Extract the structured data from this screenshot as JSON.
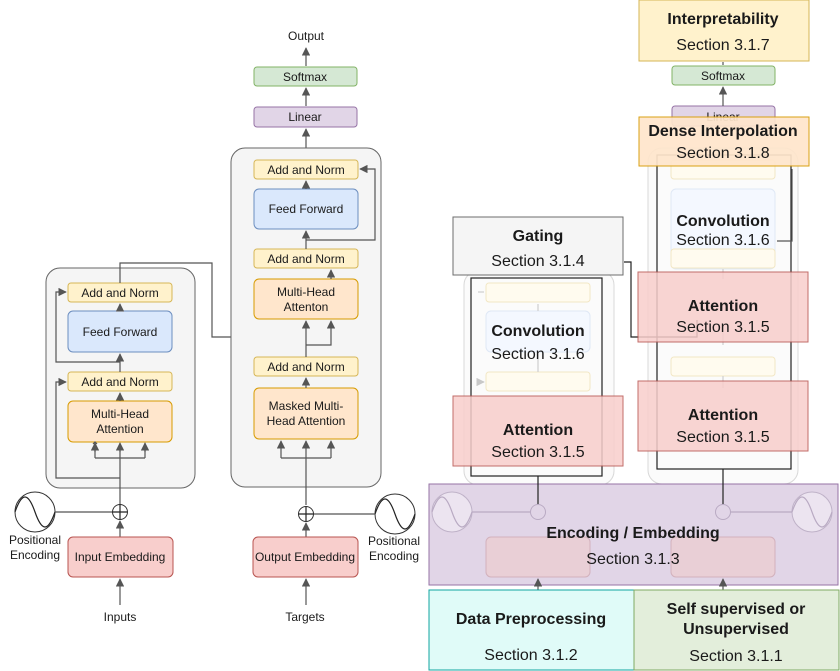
{
  "left": {
    "output": "Output",
    "softmax": "Softmax",
    "linear": "Linear",
    "encoder": {
      "add_norm_top": "Add and Norm",
      "feed_forward": "Feed Forward",
      "add_norm_bottom": "Add and Norm",
      "multi_head_line1": "Multi-Head",
      "multi_head_line2": "Attention"
    },
    "decoder": {
      "add_norm_top": "Add and Norm",
      "feed_forward": "Feed Forward",
      "add_norm_mid": "Add and Norm",
      "multi_head_line1": "Multi-Head",
      "multi_head_line2": "Attenton",
      "add_norm_bottom": "Add and Norm",
      "masked_line1": "Masked Multi-",
      "masked_line2": "Head Attention"
    },
    "pos_enc_left_line1": "Positional",
    "pos_enc_left_line2": "Encoding",
    "pos_enc_right_line1": "Positional",
    "pos_enc_right_line2": "Encoding",
    "input_embedding": "Input Embedding",
    "output_embedding": "Output Embedding",
    "inputs": "Inputs",
    "targets": "Targets"
  },
  "right": {
    "interpretability_title": "Interpretability",
    "interpretability_section": "Section 3.1.7",
    "softmax": "Softmax",
    "linear": "Linear",
    "dense_title": "Dense Interpolation",
    "dense_section": "Section 3.1.8",
    "gating_title": "Gating",
    "gating_section": "Section 3.1.4",
    "convolution_left_title": "Convolution",
    "convolution_left_section": "Section 3.1.6",
    "attention_left_title": "Attention",
    "attention_left_section": "Section 3.1.5",
    "convolution_right_title": "Convolution",
    "convolution_right_section": "Section 3.1.6",
    "attention_right_top_title": "Attention",
    "attention_right_top_section": "Section 3.1.5",
    "attention_right_bottom_title": "Attention",
    "attention_right_bottom_section": "Section 3.1.5",
    "encoding_title": "Encoding / Embedding",
    "encoding_section": "Section 3.1.3",
    "data_prep_title": "Data Preprocessing",
    "data_prep_section": "Section 3.1.2",
    "self_sup_line1": "Self supervised or",
    "self_sup_line2": "Unsupervised",
    "self_sup_section": "Section 3.1.1"
  },
  "colors": {
    "add_norm": "#fff2cc",
    "feed_forward": "#dae8fc",
    "attention_block": "#ffe6cc",
    "embedding": "#f8cecc",
    "softmax": "#d5e8d4",
    "linear": "#e1d5e7",
    "container": "#f5f5f5",
    "interpretability": "#fff2cc",
    "dense": "#ffe6cc",
    "gating": "#f5f5f5",
    "attention_overlay": "#f8cecc",
    "encoding_overlay": "#e1d5e7",
    "data_prep": "#e0fbf8",
    "self_supervised": "#e3eedb"
  }
}
